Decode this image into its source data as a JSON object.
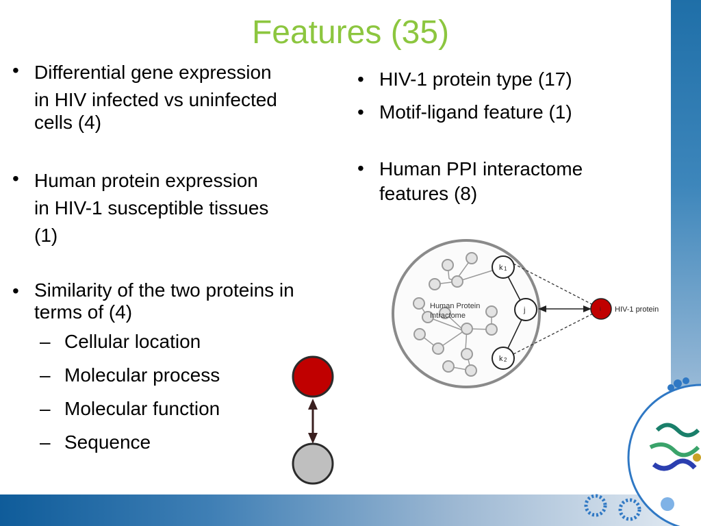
{
  "title": "Features (35)",
  "left_column": {
    "bullet_mark": "•",
    "dash_mark": "–",
    "items": [
      {
        "lines": [
          "Differential gene expression",
          "in HIV infected vs uninfected",
          "cells  (4)"
        ]
      },
      {
        "lines": [
          "Human protein expression",
          "in HIV-1 susceptible tissues",
          "(1)"
        ]
      },
      {
        "lines": [
          "Similarity of the two proteins in",
          "terms of (4)"
        ]
      }
    ],
    "sub_items": [
      "Cellular location",
      "Molecular process",
      "Molecular function",
      "Sequence"
    ]
  },
  "right_column": {
    "bullet_mark": "•",
    "items": [
      {
        "text": "HIV-1 protein type (17)"
      },
      {
        "text": "Motif-ligand feature (1)"
      },
      {
        "lines": [
          "Human PPI interactome",
          "features (8)"
        ]
      }
    ]
  },
  "network": {
    "interactome_label_1": "Human Protein",
    "interactome_label_2": "Intractome",
    "node_k1": "k",
    "node_k1_sub": "1",
    "node_j": "j",
    "node_k2": "k",
    "node_k2_sub": "2",
    "node_i": "i",
    "hiv_label": "HIV-1 protein"
  },
  "colors": {
    "title": "#8cc63f",
    "hiv_node": "#c00000",
    "human_node": "#bfbfbf",
    "arrow": "#3a1f1f"
  }
}
